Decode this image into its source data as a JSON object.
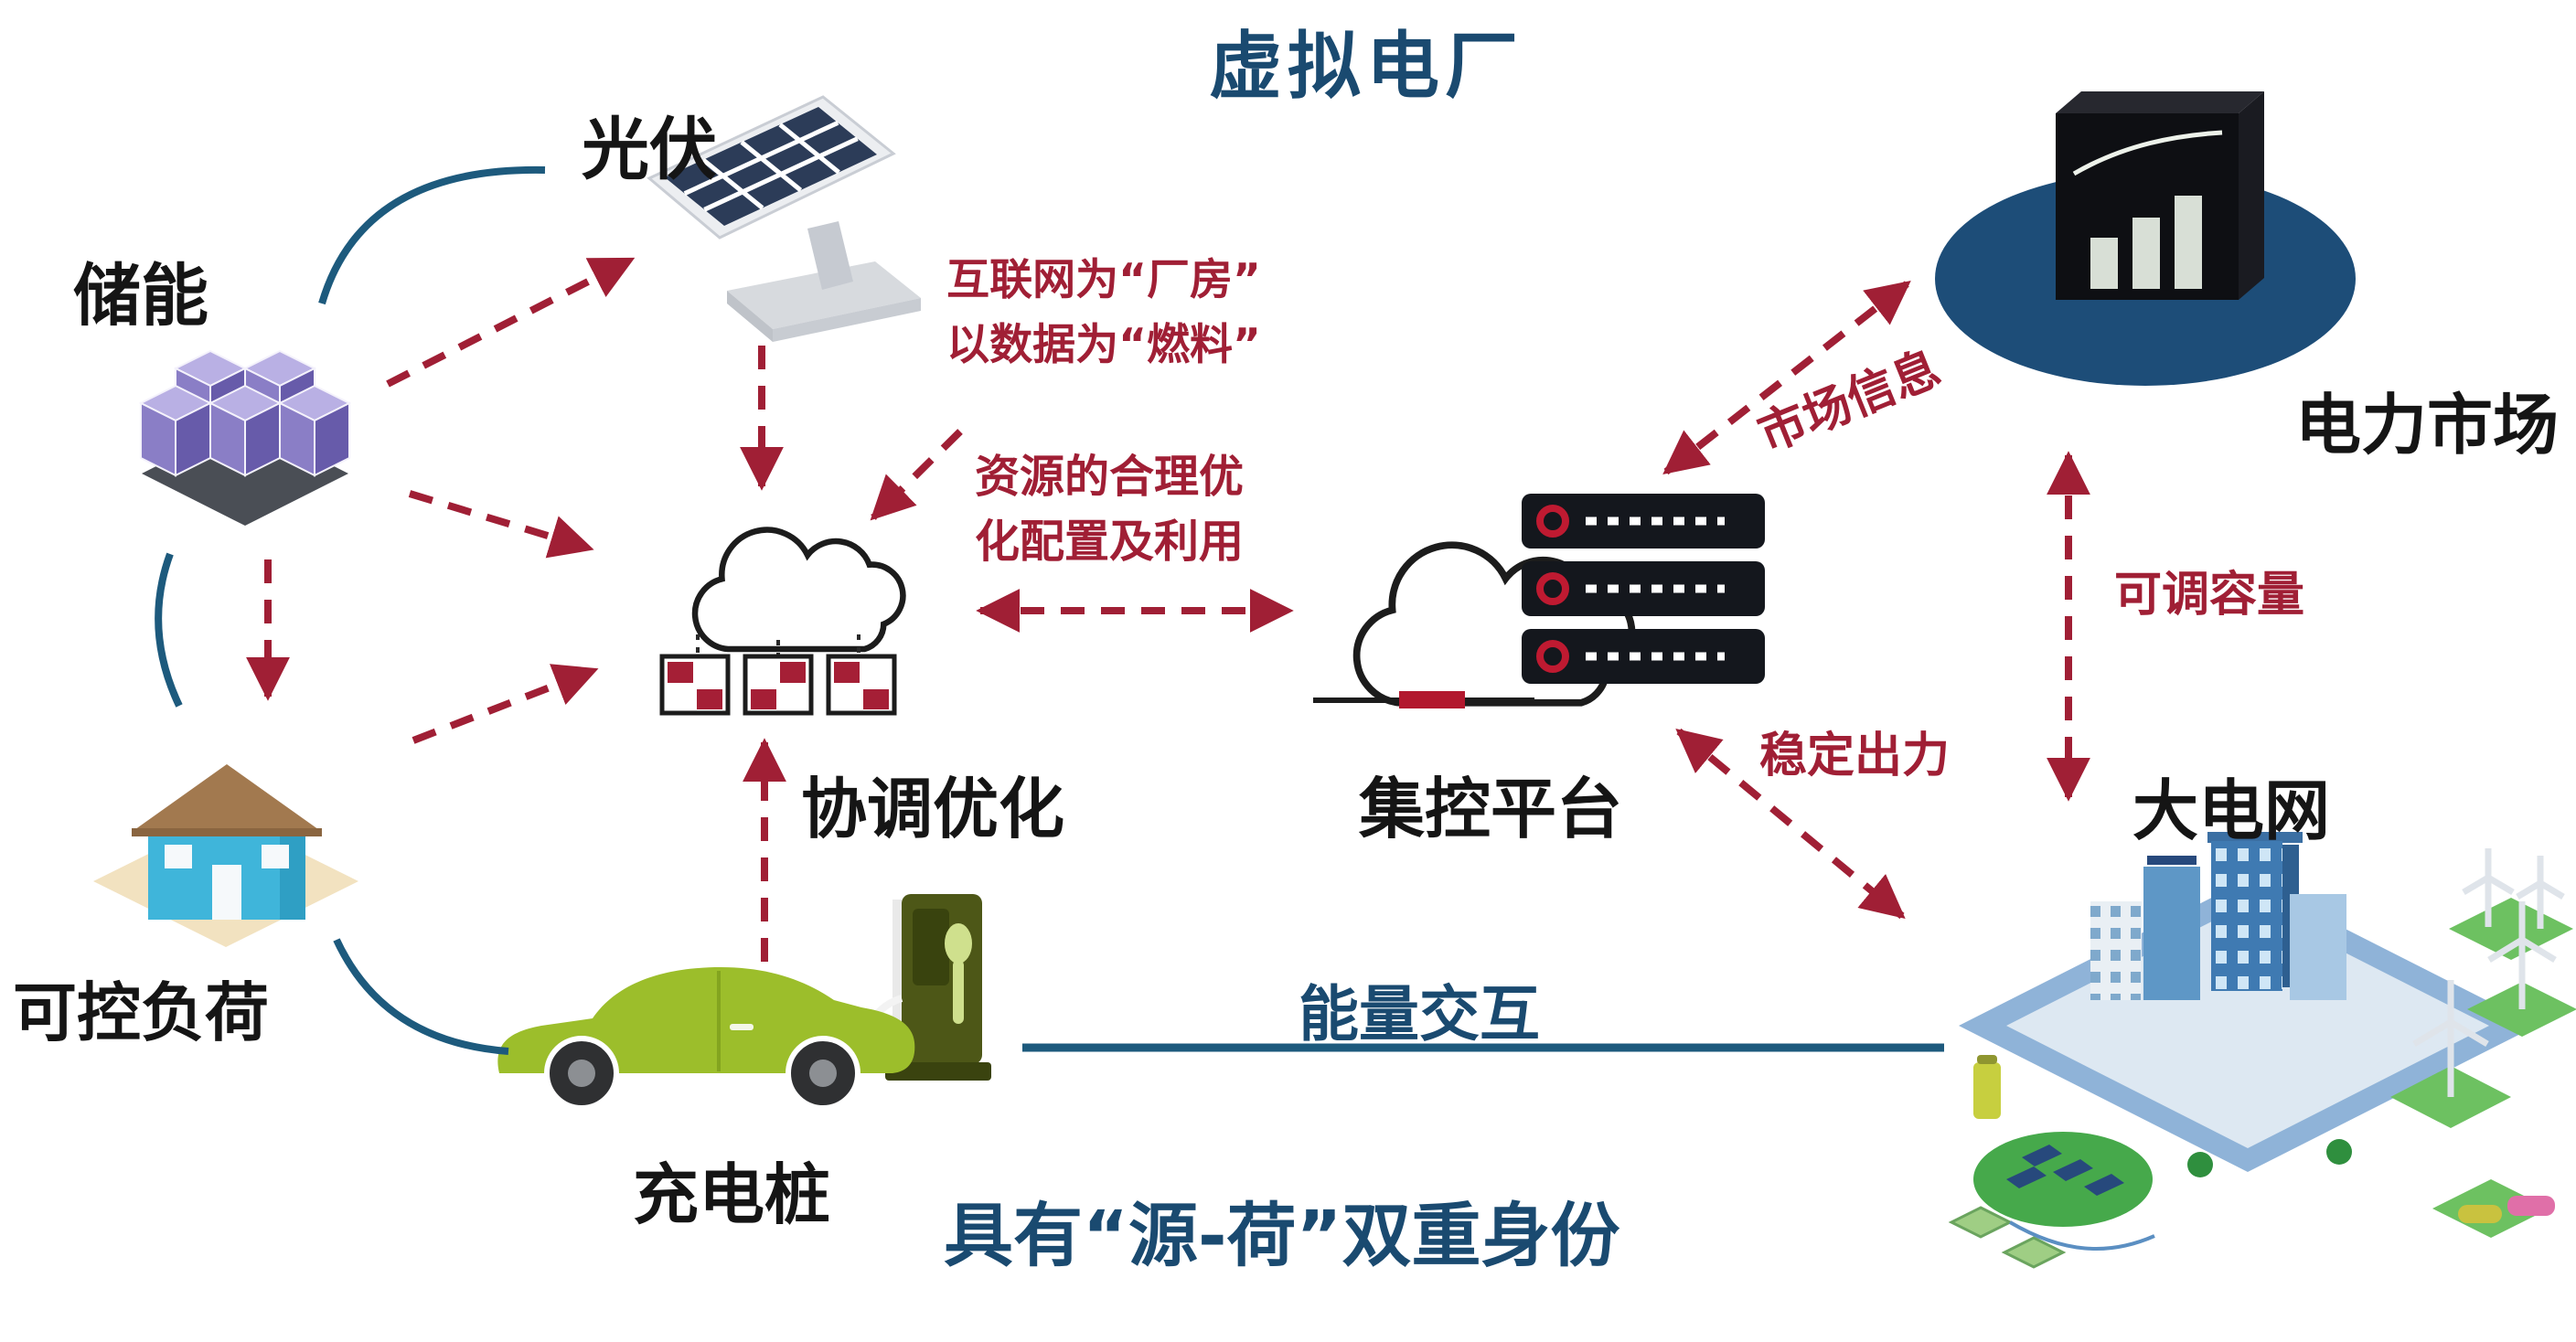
{
  "title": "虚拟电厂",
  "colors": {
    "accent-blue": "#1a4a70",
    "line-blue": "#1d5a7d",
    "crimson": "#a01f35"
  },
  "nodes": {
    "pv": {
      "label": "光伏"
    },
    "storage": {
      "label": "储能"
    },
    "load": {
      "label": "可控负荷"
    },
    "charger": {
      "label": "充电桩"
    },
    "coordination": {
      "label": "协调优化"
    },
    "platform": {
      "label": "集控平台"
    },
    "market": {
      "label": "电力市场"
    },
    "grid": {
      "label": "大电网"
    }
  },
  "annotations": {
    "internet_line1": "互联网为“厂房”",
    "internet_line2": "以数据为“燃料”",
    "resource_line1": "资源的合理优",
    "resource_line2": "化配置及利用",
    "market_info": "市场信息",
    "adjustable_capacity": "可调容量",
    "stable_output": "稳定出力",
    "energy_exchange": "能量交互",
    "dual_identity": "具有“源-荷”双重身份"
  }
}
